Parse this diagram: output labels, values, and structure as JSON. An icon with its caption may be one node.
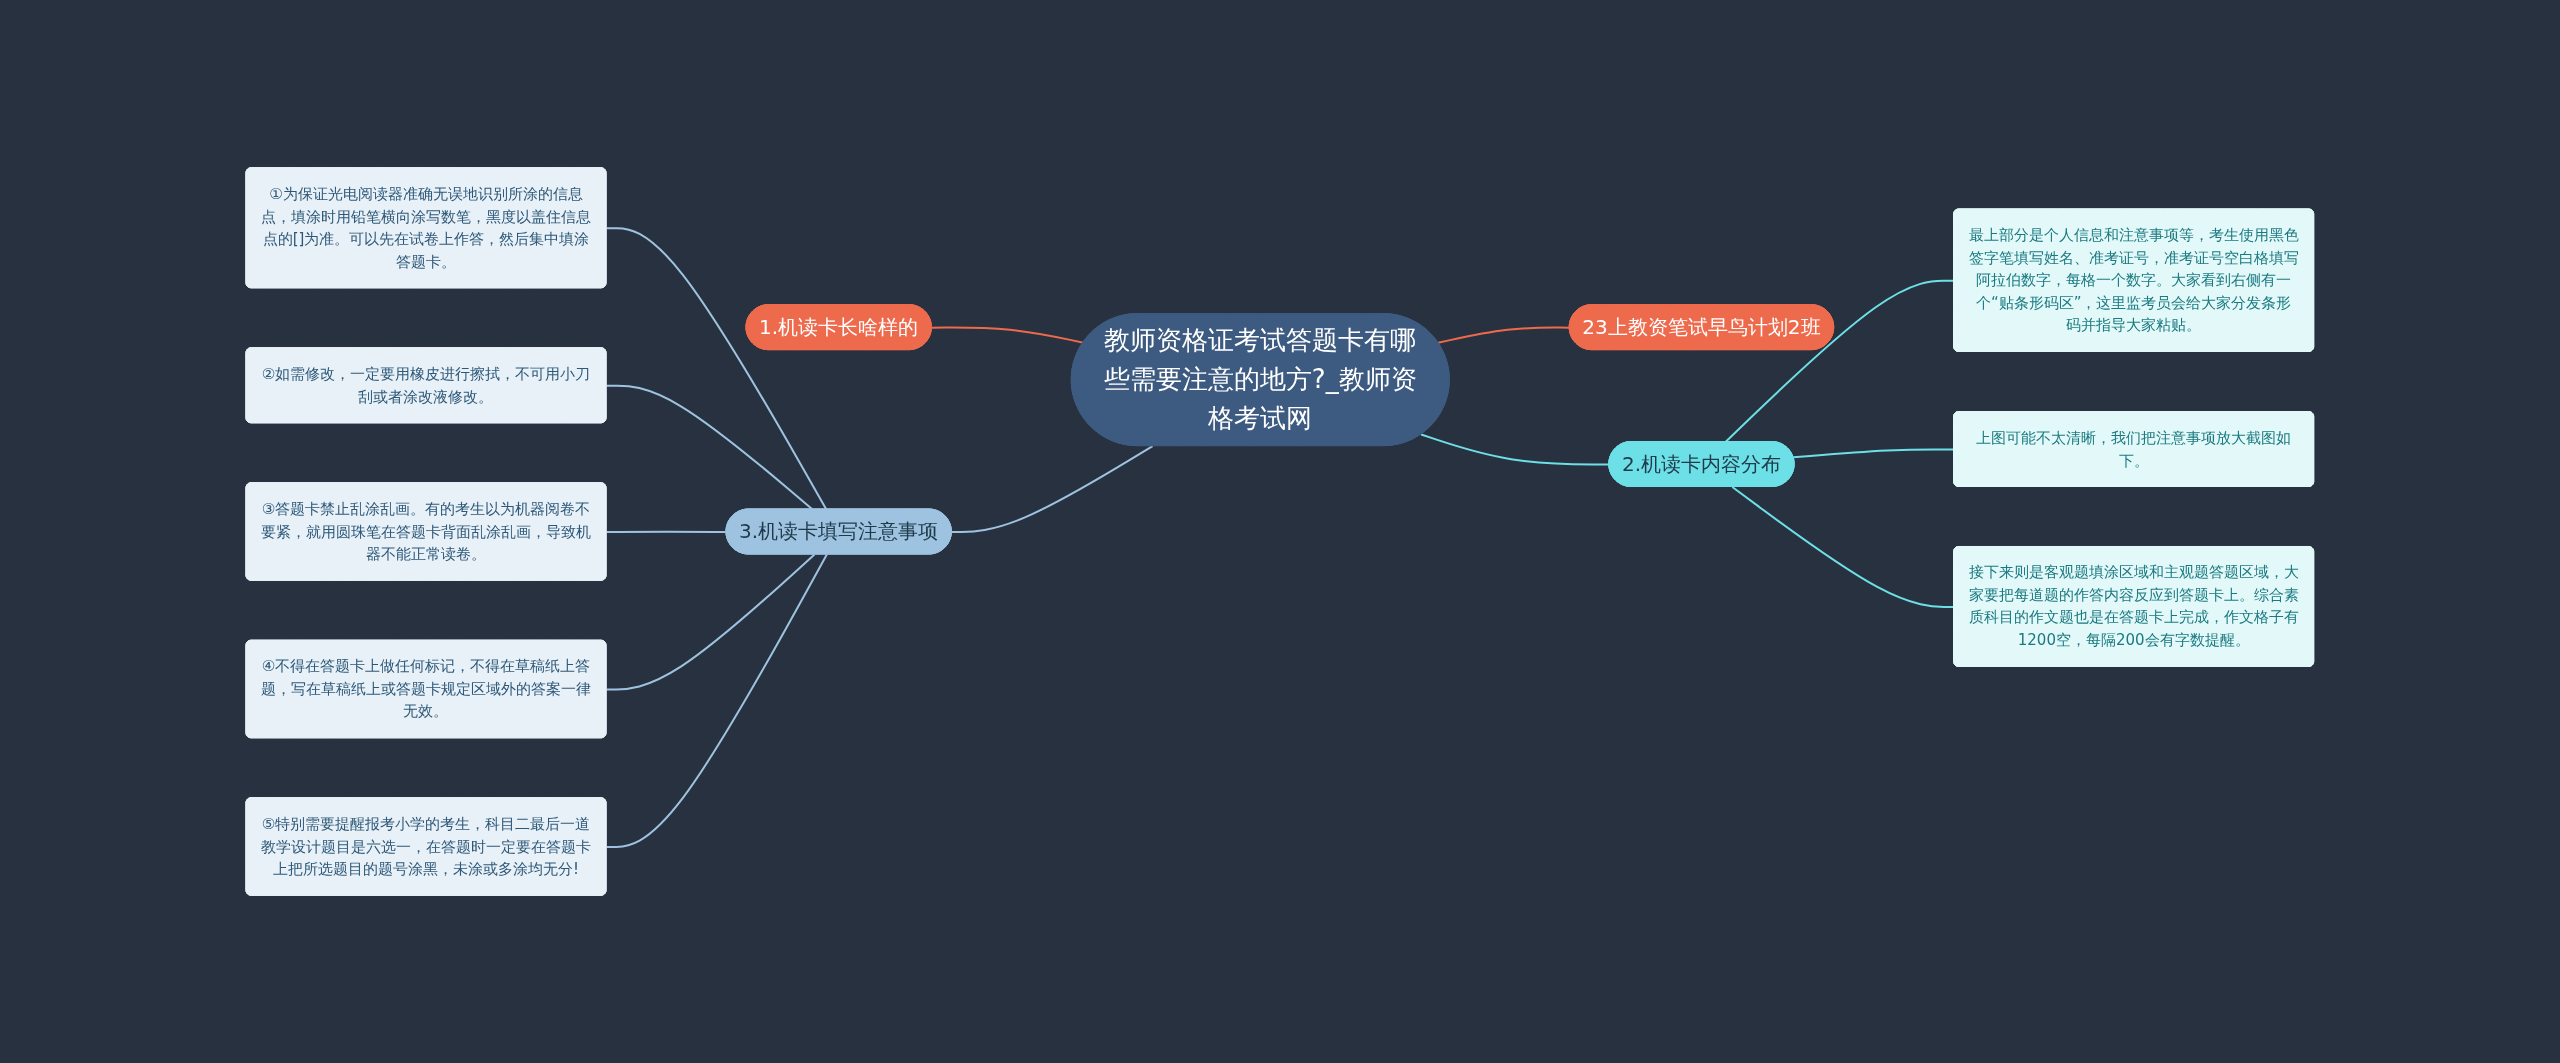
{
  "diagram": {
    "nodes": [
      {
        "text": [
          "教师资格证考试答题卡有哪些需要注意的地方?_教师资格考试网"
        ]
      },
      {
        "text": [
          "1.机读卡长啥样的"
        ]
      },
      {
        "text": [
          "23上教资笔试早鸟计划2班"
        ]
      },
      {
        "text": [
          "2.机读卡内容分布"
        ]
      },
      {
        "text": [
          "最上部分是个人信息和注意事项等，考生使用黑色签字笔填写姓名、准考证号，准考证号空白格填写阿拉伯数字，每格一个数字。大家看到右侧有一个“贴条形码区”，这里监考员会给大家分发条形码并指导大家粘贴。"
        ]
      },
      {
        "text": [
          "上图可能不太清晰，我们把注意事项放大截图如下。"
        ]
      },
      {
        "text": [
          "接下来则是客观题填涂区域和主观题答题区域，大家要把每道题的作答内容反应到答题卡上。综合素质科目的作文题也是在答题卡上完成，作文格子有1200空，每隔200会有字数提醒。"
        ]
      },
      {
        "text": [
          "3.机读卡填写注意事项"
        ]
      },
      {
        "text": [
          "①为保证光电阅读器准确无误地识别所涂的信息点，填涂时用铅笔横向涂写数笔，黑度以盖住信息点的[]为准。可以先在试卷上作答，然后集中填涂答题卡。"
        ]
      },
      {
        "text": [
          "②如需修改，一定要用橡皮进行擦拭，不可用小刀刮或者涂改液修改。"
        ]
      },
      {
        "text": [
          "③答题卡禁止乱涂乱画。有的考生以为机器阅卷不要紧，就用圆珠笔在答题卡背面乱涂乱画，导致机器不能正常读卷。"
        ]
      },
      {
        "text": [
          "④不得在答题卡上做任何标记，不得在草稿纸上答题，写在草稿纸上或答题卡规定区域外的答案一律无效。"
        ]
      },
      {
        "text": [
          "⑤特别需要提醒报考小学的考生，科目二最后一道教学设计题目是六选一，在答题时一定要在答题卡上把所选题目的题号涂黑，未涂或多涂均无分!"
        ]
      }
    ],
    "edges": [
      {
        "from": 0,
        "to": 1,
        "arrow": "none",
        "color": "#ee6a4d"
      },
      {
        "from": 0,
        "to": 2,
        "arrow": "none",
        "color": "#ee6a4d"
      },
      {
        "from": 0,
        "to": 3,
        "arrow": "none",
        "color": "#6ddfe6"
      },
      {
        "from": 3,
        "to": 4,
        "arrow": "none",
        "color": "#6ddfe6"
      },
      {
        "from": 3,
        "to": 5,
        "arrow": "none",
        "color": "#6ddfe6"
      },
      {
        "from": 3,
        "to": 6,
        "arrow": "none",
        "color": "#6ddfe6"
      },
      {
        "from": 0,
        "to": 7,
        "arrow": "none",
        "color": "#9ec3e0"
      },
      {
        "from": 7,
        "to": 8,
        "arrow": "none",
        "color": "#9ec3e0"
      },
      {
        "from": 7,
        "to": 9,
        "arrow": "none",
        "color": "#9ec3e0"
      },
      {
        "from": 7,
        "to": 10,
        "arrow": "none",
        "color": "#9ec3e0"
      },
      {
        "from": 7,
        "to": 11,
        "arrow": "none",
        "color": "#9ec3e0"
      },
      {
        "from": 7,
        "to": 12,
        "arrow": "none",
        "color": "#9ec3e0"
      }
    ]
  }
}
